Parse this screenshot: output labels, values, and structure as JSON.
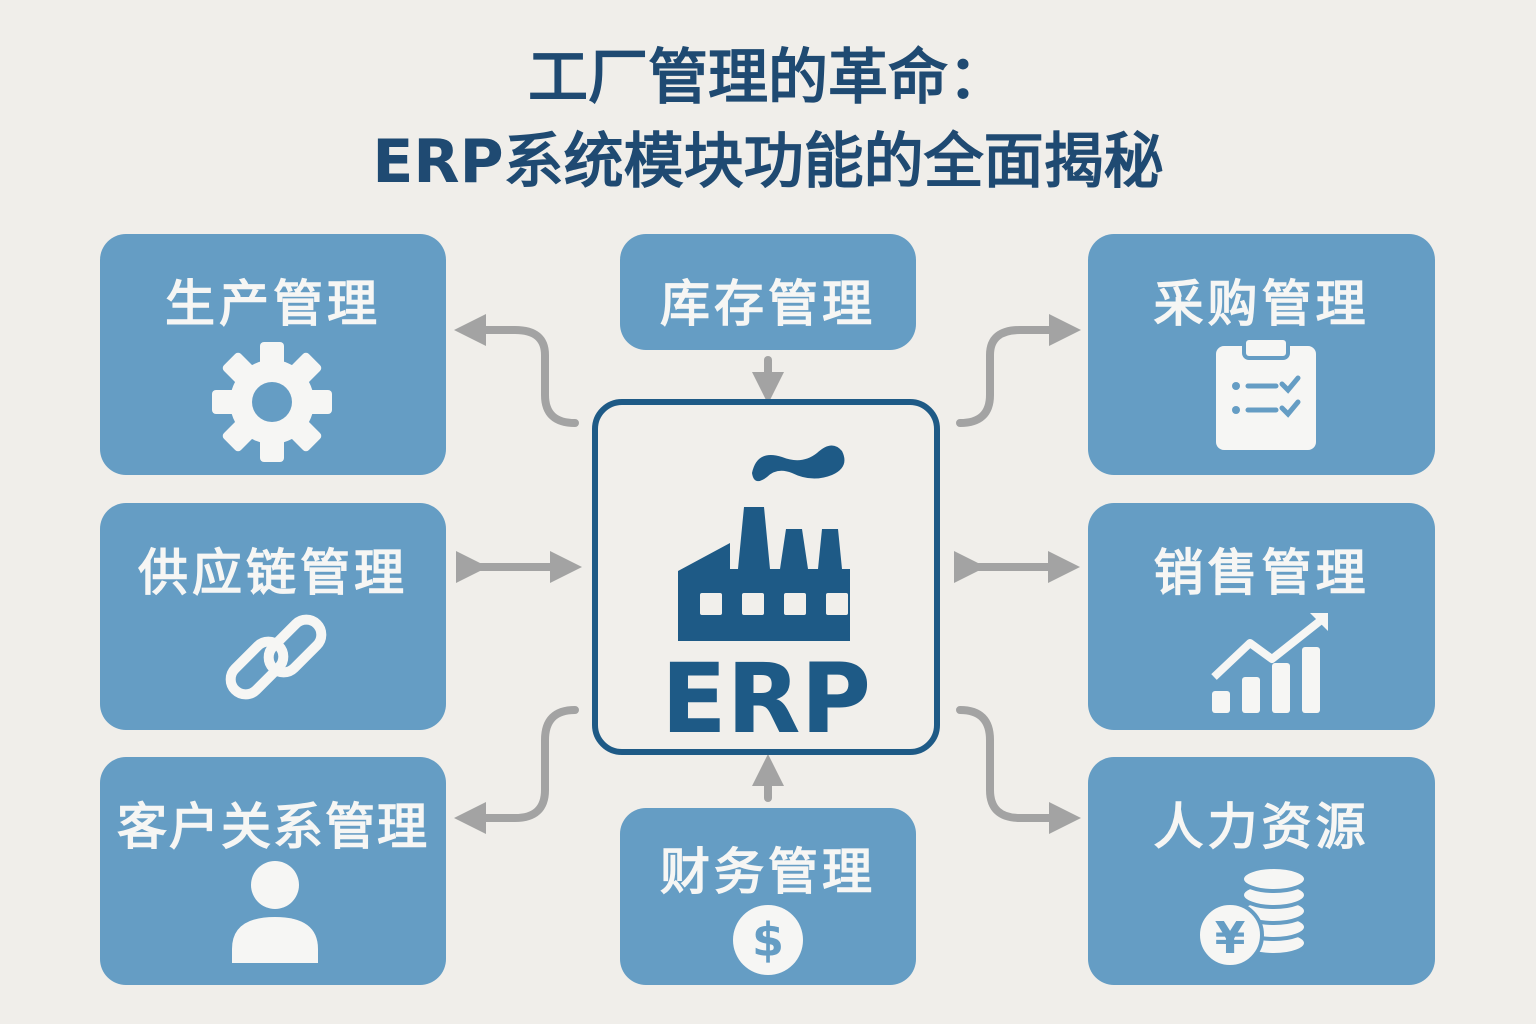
{
  "title": {
    "line1": "工厂管理的革命：",
    "line2": "ERP系统模块功能的全面揭秘"
  },
  "center": {
    "label": "ERP",
    "icon": "factory-icon"
  },
  "modules": {
    "production": {
      "label": "生产管理",
      "icon": "gear-icon"
    },
    "inventory": {
      "label": "库存管理"
    },
    "purchasing": {
      "label": "采购管理",
      "icon": "clipboard-icon"
    },
    "supply_chain": {
      "label": "供应链管理",
      "icon": "link-icon"
    },
    "sales": {
      "label": "销售管理",
      "icon": "growth-chart-icon"
    },
    "crm": {
      "label": "客户关系管理",
      "icon": "user-icon"
    },
    "finance": {
      "label": "财务管理",
      "icon": "dollar-coin-icon"
    },
    "hr": {
      "label": "人力资源",
      "icon": "yen-coins-icon"
    }
  },
  "colors": {
    "background": "#f0eeea",
    "box": "#659dc4",
    "dark": "#1e5a86",
    "arrow": "#a3a3a3"
  }
}
